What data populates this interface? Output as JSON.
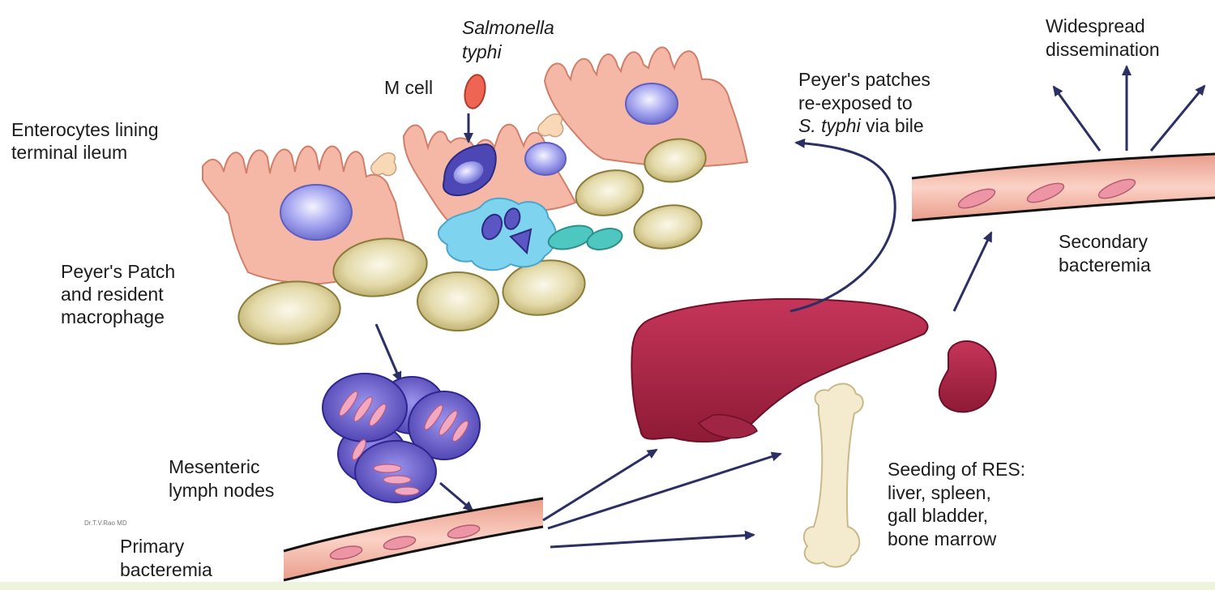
{
  "labels": {
    "salmonella": [
      "Salmonella",
      "typhi"
    ],
    "m_cell": "M cell",
    "enterocytes": [
      "Enterocytes lining",
      "terminal ileum"
    ],
    "peyers_patch": [
      "Peyer's Patch",
      "and resident",
      "macrophage"
    ],
    "mesenteric": [
      "Mesenteric",
      "lymph nodes"
    ],
    "primary": [
      "Primary",
      "bacteremia"
    ],
    "reexposed": {
      "line1": "Peyer's patches",
      "line2": "re-exposed to",
      "line3_italic": "S. typhi",
      "line3_rest": " via bile"
    },
    "widespread": [
      "Widespread",
      "dissemination"
    ],
    "secondary": [
      "Secondary",
      "bacteremia"
    ],
    "res": [
      "Seeding of RES:",
      "liver, spleen,",
      "gall bladder,",
      "bone marrow"
    ],
    "credit": "Dr.T.V.Rao MD"
  },
  "colors": {
    "cell_pink": "#f6b8a6",
    "cell_stroke": "#c8705a",
    "nucleus": "#8e8ee6",
    "patch_cell": "#d9cf97",
    "lymph_node": "#6a5fc8",
    "vessel": "#f3b9a8",
    "rbc": "#ee95a5",
    "liver": "#b4284a",
    "bone": "#f4ebcf",
    "arrow": "#2b2f63"
  }
}
